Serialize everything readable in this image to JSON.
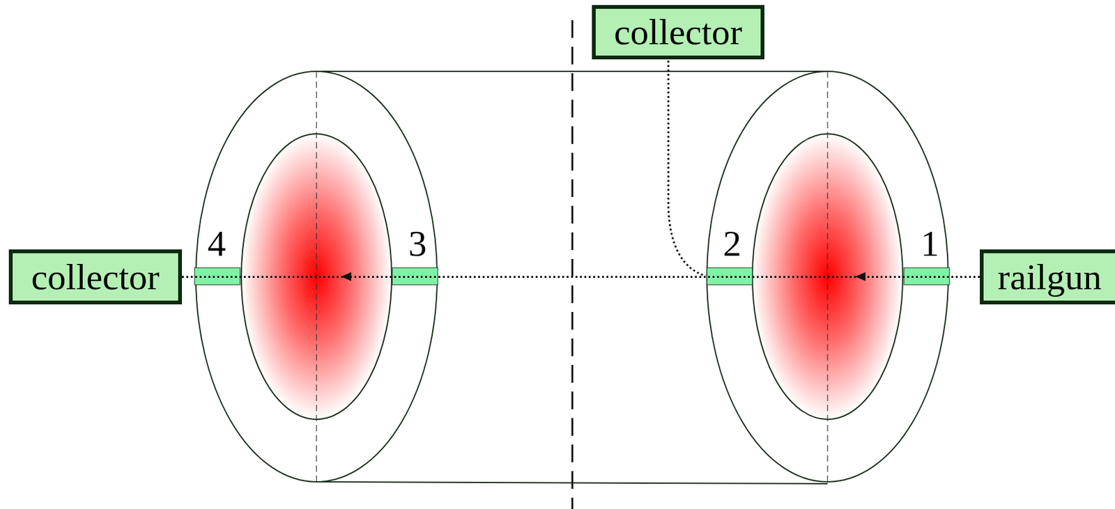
{
  "diagram": {
    "nodes": [
      {
        "text": [
          "collector"
        ]
      },
      {
        "text": [
          "collector"
        ]
      },
      {
        "text": [
          "railgun"
        ]
      }
    ],
    "edges": [
      {
        "from": 2,
        "to": 1,
        "arrow": "none"
      }
    ],
    "labels": [
      "4",
      "3",
      "2",
      "1"
    ]
  }
}
